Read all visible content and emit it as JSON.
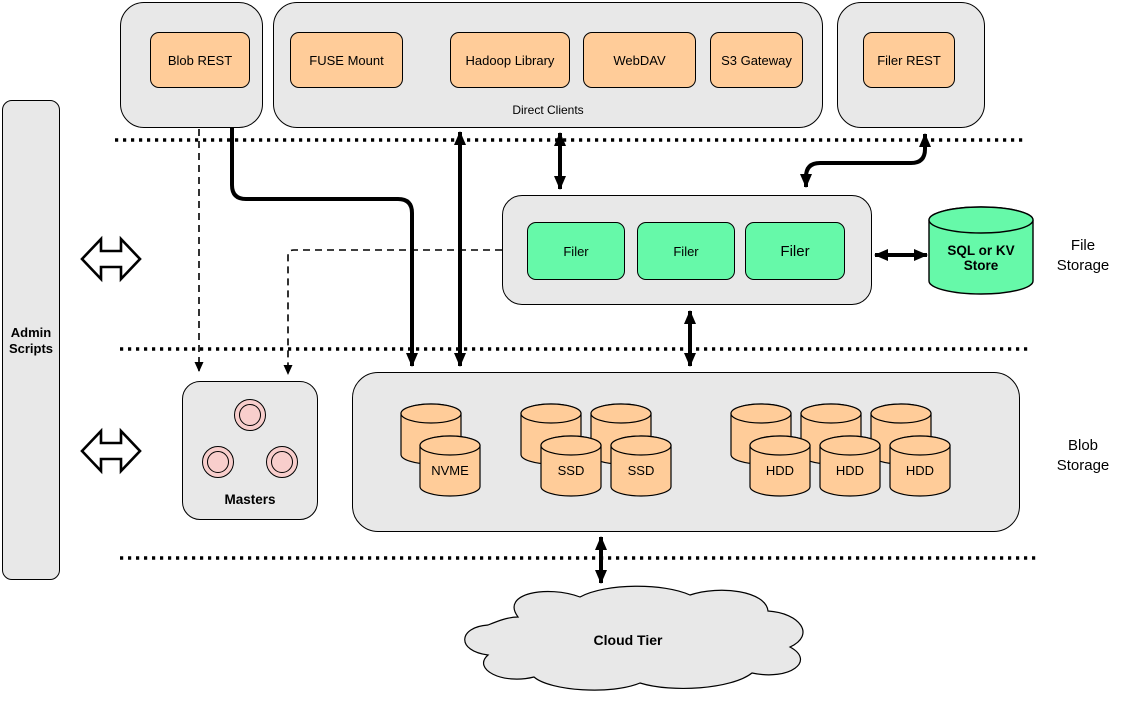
{
  "admin_scripts": {
    "line1": "Admin",
    "line2": "Scripts"
  },
  "blob_rest": {
    "label": "Blob REST"
  },
  "direct_clients": {
    "caption": "Direct Clients",
    "clients": [
      "FUSE Mount",
      "Hadoop Library",
      "WebDAV",
      "S3 Gateway"
    ]
  },
  "filer_rest": {
    "label": "Filer REST"
  },
  "filer_cluster": {
    "filers": [
      "Filer",
      "Filer",
      "Filer"
    ]
  },
  "sql_store": {
    "line1": "SQL or KV",
    "line2": "Store"
  },
  "file_storage_label": {
    "line1": "File",
    "line2": "Storage"
  },
  "blob_storage_label": {
    "line1": "Blob",
    "line2": "Storage"
  },
  "masters": {
    "label": "Masters"
  },
  "blob_storage": {
    "drive_labels": [
      "NVME",
      "SSD",
      "SSD",
      "HDD",
      "HDD",
      "HDD"
    ]
  },
  "cloud": {
    "label": "Cloud Tier"
  },
  "colors": {
    "container_gray": "#E8E8E8",
    "box_orange": "#FFCC99",
    "box_green": "#66F9A9",
    "store_green": "#66F9A9",
    "circle_pink": "#F8CECC",
    "stroke": "#000000",
    "background": "#FFFFFF"
  }
}
